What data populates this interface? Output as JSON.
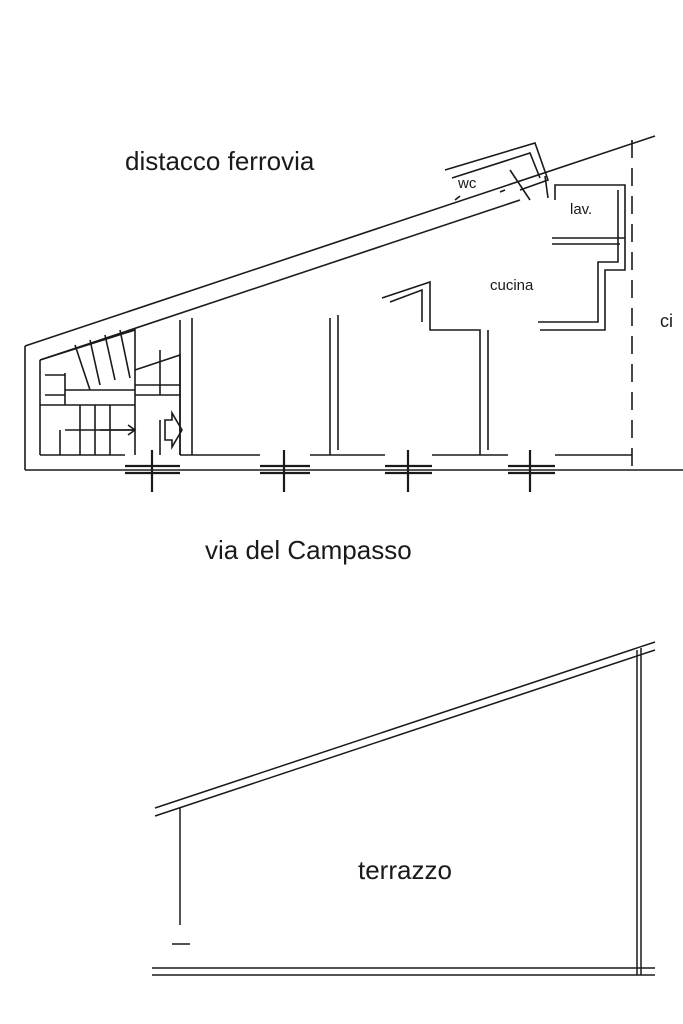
{
  "labels": {
    "distacco": "distacco ferrovia",
    "wc": "wc",
    "lav": "lav.",
    "cucina": "cucina",
    "side": "ci",
    "street": "via del Campasso",
    "terrace": "terrazzo"
  },
  "colors": {
    "line": "#1a1a1a",
    "background": "#ffffff"
  }
}
